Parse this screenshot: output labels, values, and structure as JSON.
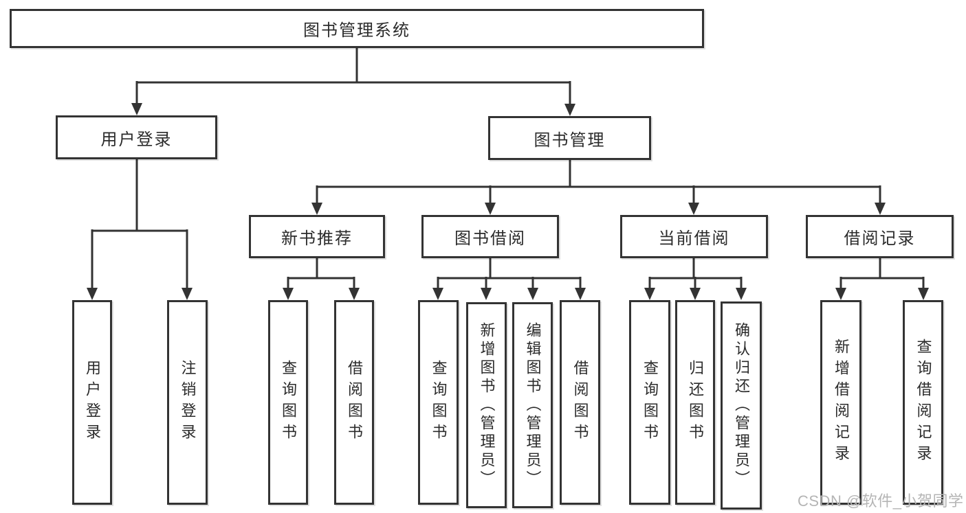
{
  "diagram": {
    "title": "图书管理系统",
    "level2": [
      {
        "label": "用户登录"
      },
      {
        "label": "图书管理"
      }
    ],
    "level3": [
      {
        "label": "新书推荐"
      },
      {
        "label": "图书借阅"
      },
      {
        "label": "当前借阅"
      },
      {
        "label": "借阅记录"
      }
    ],
    "leaves": {
      "user_login": [
        "用户登录",
        "注销登录"
      ],
      "new_book": [
        "查询图书",
        "借阅图书"
      ],
      "book_borrow": [
        "查询图书",
        "新增图书（管理员）",
        "编辑图书（管理员）",
        "借阅图书"
      ],
      "current_borrow": [
        "查询图书",
        "归还图书",
        "确认归还（管理员）"
      ],
      "borrow_record": [
        "新增借阅记录",
        "查询借阅记录"
      ]
    }
  },
  "watermark": "CSDN @软件_小贺同学",
  "colors": {
    "line": "#333333",
    "text": "#2b2b2b",
    "watermark_color": "#b5b5b5"
  }
}
